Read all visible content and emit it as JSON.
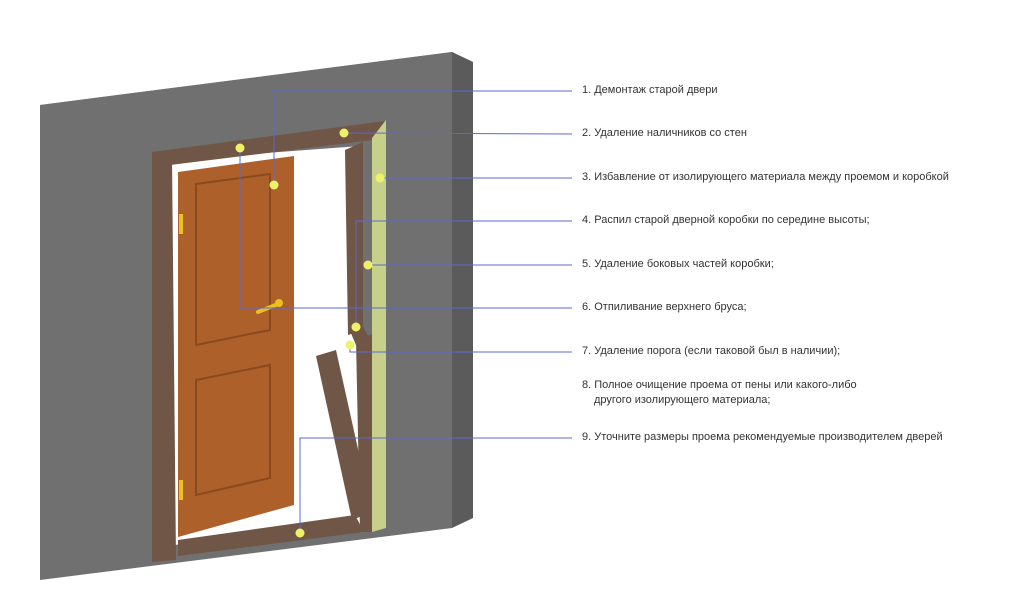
{
  "colors": {
    "wall_front": "#707070",
    "wall_top": "#8e8e8e",
    "wall_side": "#5b5b5b",
    "casing": "#6f5646",
    "door": "#ad602a",
    "door_dark": "#8a4a1e",
    "foam": "#c6d08a",
    "marker": "#eef26a",
    "leader": "#5a6ad0",
    "text": "#333333"
  },
  "steps": [
    {
      "text": "1. Демонтаж старой двери"
    },
    {
      "text": "2. Удаление наличников со стен"
    },
    {
      "text": "3. Избавление от изолирующего материала между проемом и коробкой"
    },
    {
      "text": "4. Распил старой дверной коробки по середине высоты;"
    },
    {
      "text": "5. Удаление боковых частей коробки;"
    },
    {
      "text": "6. Отпиливание верхнего бруса;"
    },
    {
      "text": "7. Удаление порога (если таковой был в наличии);"
    },
    {
      "text": "8. Полное очищение проема от пены или какого-либо",
      "text2": "другого изолирующего материала;"
    },
    {
      "text": "9. Уточните размеры проема рекомендуемые производителем дверей"
    }
  ]
}
